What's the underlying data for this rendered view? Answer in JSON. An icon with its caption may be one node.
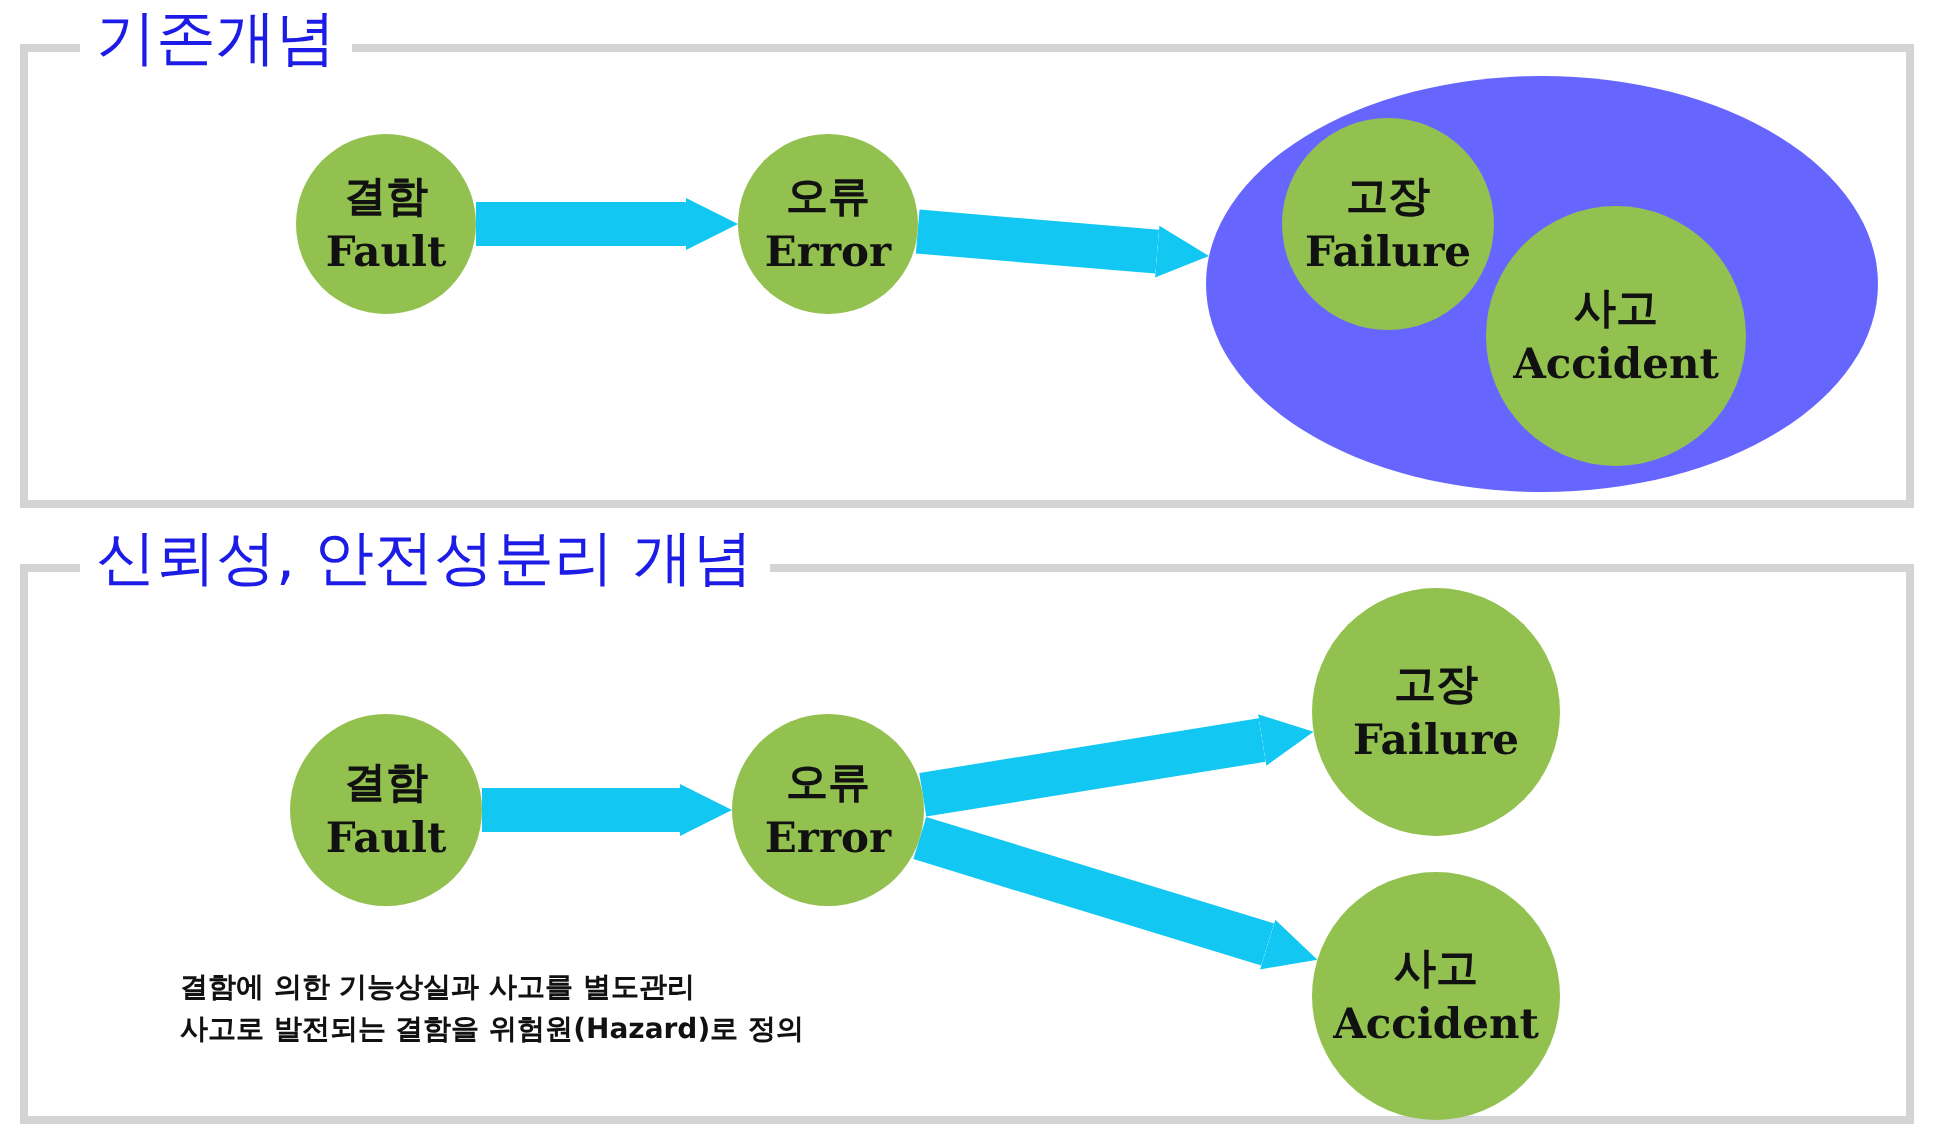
{
  "diagram": {
    "nodes": [
      {
        "text": [
          "기존개념"
        ]
      },
      {
        "text": [
          "결함",
          "Fault"
        ],
        "in": 0
      },
      {
        "text": [
          "오류",
          "Error"
        ],
        "in": 0
      },
      {
        "text": [],
        "shape": "circle",
        "in": 0
      },
      {
        "text": [
          "고장",
          "Failure"
        ],
        "in": 3
      },
      {
        "text": [
          "사고",
          "Accident"
        ],
        "in": 3
      },
      {
        "text": [
          "신뢰성, 안전성분리 개념"
        ]
      },
      {
        "text": [
          "결함",
          "Fault"
        ],
        "in": 6
      },
      {
        "text": [
          "오류",
          "Error"
        ],
        "in": 6
      },
      {
        "text": [
          "고장",
          "Failure"
        ],
        "in": 6
      },
      {
        "text": [
          "사고",
          "Accident"
        ],
        "in": 6
      }
    ],
    "edges": [
      {
        "from": 1,
        "to": 2,
        "arrow": "to"
      },
      {
        "from": 2,
        "to": 3,
        "arrow": "to"
      },
      {
        "from": 7,
        "to": 8,
        "arrow": "to"
      },
      {
        "from": 8,
        "to": 9,
        "arrow": "to"
      },
      {
        "from": 8,
        "to": 10,
        "arrow": "to"
      }
    ],
    "labels": [
      "결함에 의한 기능상실과 사고를 별도관리",
      "사고로 발전되는 결함을 위험원(Hazard)로 정의"
    ]
  }
}
